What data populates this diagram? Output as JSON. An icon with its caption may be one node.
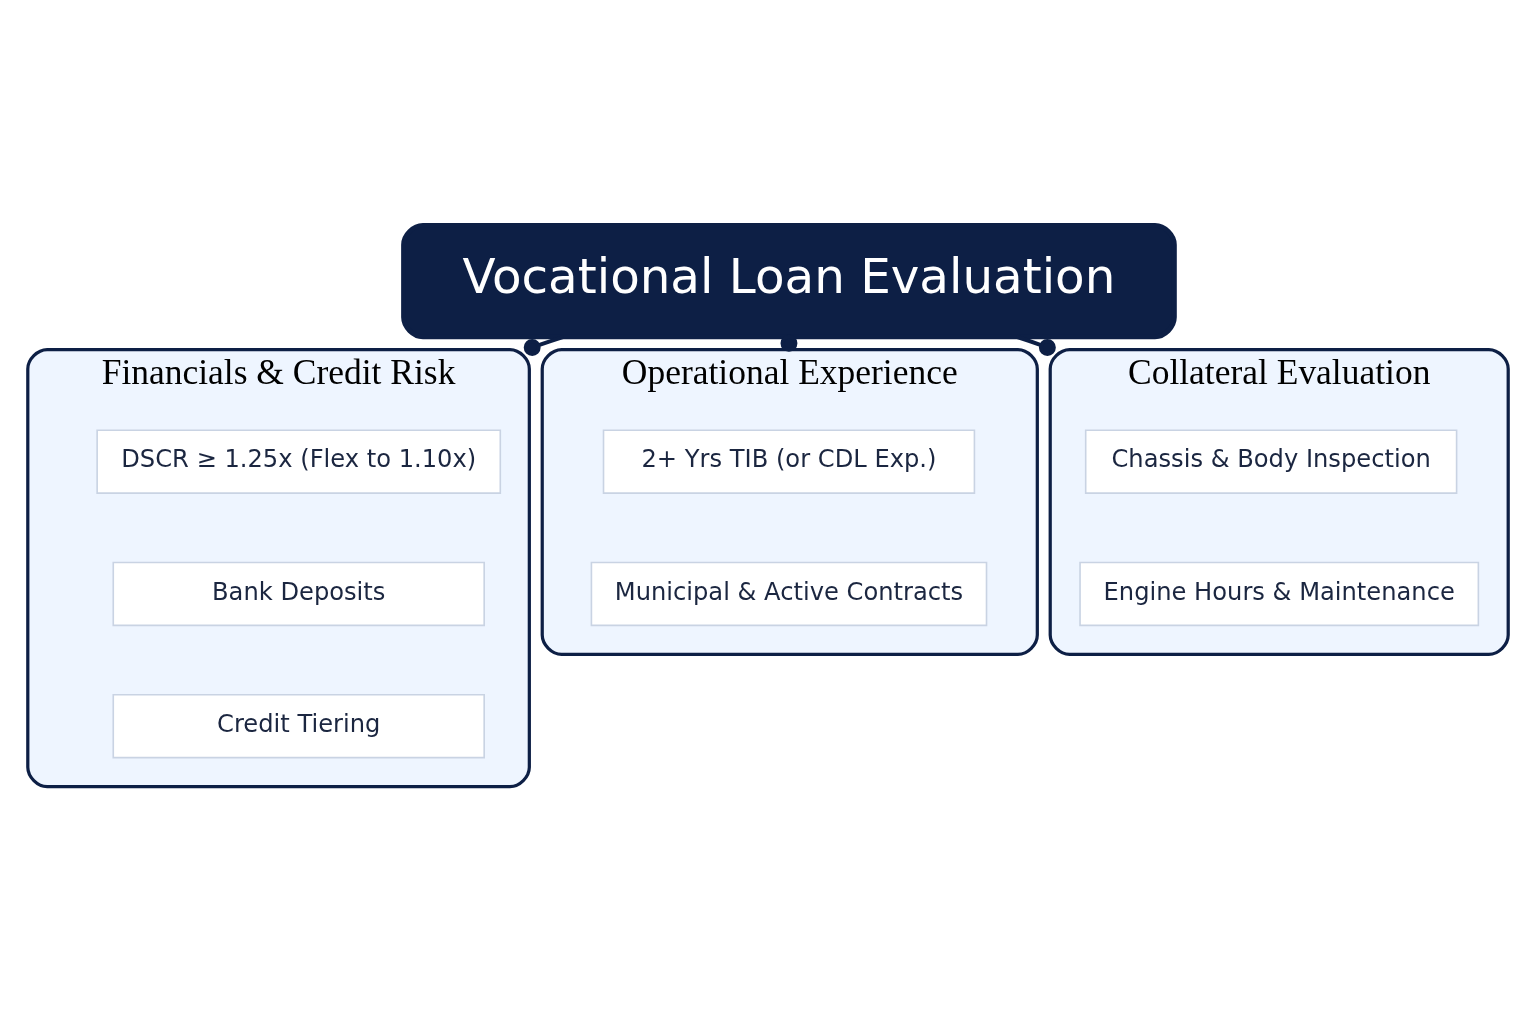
{
  "diagram": {
    "nodes": [
      {
        "text": [
          "Vocational Loan Evaluation"
        ]
      },
      {
        "text": [
          "Financials & Credit Risk"
        ]
      },
      {
        "text": [
          "DSCR ≥ 1.25x (Flex to 1.10x)"
        ],
        "in": 1
      },
      {
        "text": [
          "Bank Deposits"
        ],
        "in": 1
      },
      {
        "text": [
          "Credit Tiering"
        ],
        "in": 1
      },
      {
        "text": [
          "Operational Experience"
        ]
      },
      {
        "text": [
          "2+ Yrs TIB (or CDL Exp.)"
        ],
        "in": 5
      },
      {
        "text": [
          "Municipal & Active Contracts"
        ],
        "in": 5
      },
      {
        "text": [
          "Collateral Evaluation"
        ]
      },
      {
        "text": [
          "Chassis & Body Inspection"
        ],
        "in": 8
      },
      {
        "text": [
          "Engine Hours & Maintenance"
        ],
        "in": 8
      }
    ],
    "edges": [
      {
        "from": 0,
        "to": 1,
        "arrow": "other"
      },
      {
        "from": 0,
        "to": 5,
        "arrow": "other"
      },
      {
        "from": 0,
        "to": 8,
        "arrow": "other"
      }
    ]
  }
}
